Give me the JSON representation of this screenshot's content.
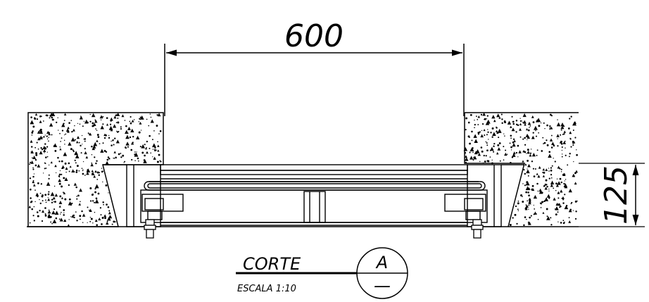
{
  "dimensions": {
    "width_label": "600",
    "height_label": "125"
  },
  "section": {
    "title": "CORTE",
    "scale": "ESCALA 1:10",
    "bubble_top": "A",
    "bubble_bottom": "—"
  }
}
